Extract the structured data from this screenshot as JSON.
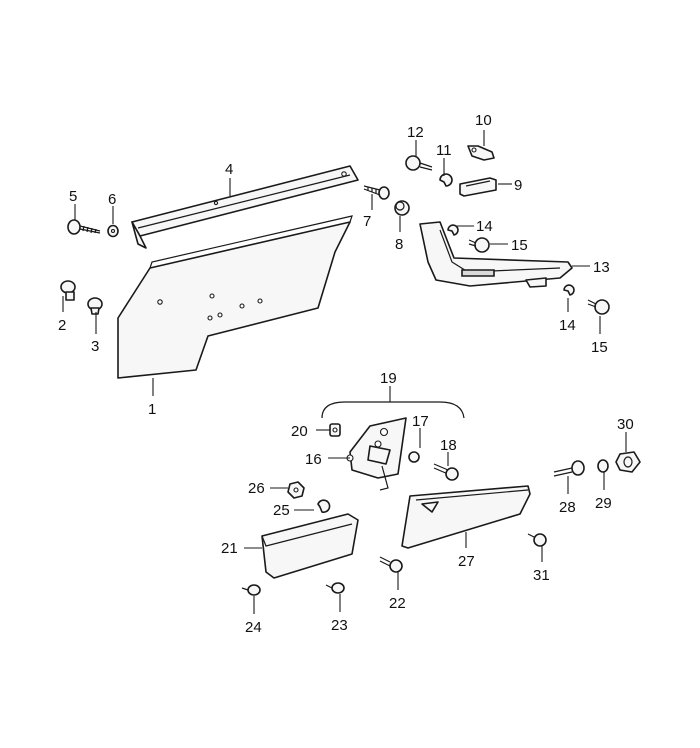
{
  "diagram": {
    "callouts": [
      {
        "id": "c1",
        "label": "1"
      },
      {
        "id": "c2",
        "label": "2"
      },
      {
        "id": "c3",
        "label": "3"
      },
      {
        "id": "c4",
        "label": "4"
      },
      {
        "id": "c5",
        "label": "5"
      },
      {
        "id": "c6",
        "label": "6"
      },
      {
        "id": "c7",
        "label": "7"
      },
      {
        "id": "c8",
        "label": "8"
      },
      {
        "id": "c9",
        "label": "9"
      },
      {
        "id": "c10",
        "label": "10"
      },
      {
        "id": "c11",
        "label": "11"
      },
      {
        "id": "c12",
        "label": "12"
      },
      {
        "id": "c13",
        "label": "13"
      },
      {
        "id": "c14a",
        "label": "14"
      },
      {
        "id": "c14b",
        "label": "14"
      },
      {
        "id": "c15a",
        "label": "15"
      },
      {
        "id": "c15b",
        "label": "15"
      },
      {
        "id": "c16",
        "label": "16"
      },
      {
        "id": "c17",
        "label": "17"
      },
      {
        "id": "c18",
        "label": "18"
      },
      {
        "id": "c19",
        "label": "19"
      },
      {
        "id": "c20",
        "label": "20"
      },
      {
        "id": "c21",
        "label": "21"
      },
      {
        "id": "c22",
        "label": "22"
      },
      {
        "id": "c23",
        "label": "23"
      },
      {
        "id": "c24",
        "label": "24"
      },
      {
        "id": "c25",
        "label": "25"
      },
      {
        "id": "c26",
        "label": "26"
      },
      {
        "id": "c27",
        "label": "27"
      },
      {
        "id": "c28",
        "label": "28"
      },
      {
        "id": "c29",
        "label": "29"
      },
      {
        "id": "c30",
        "label": "30"
      },
      {
        "id": "c31",
        "label": "31"
      }
    ]
  }
}
